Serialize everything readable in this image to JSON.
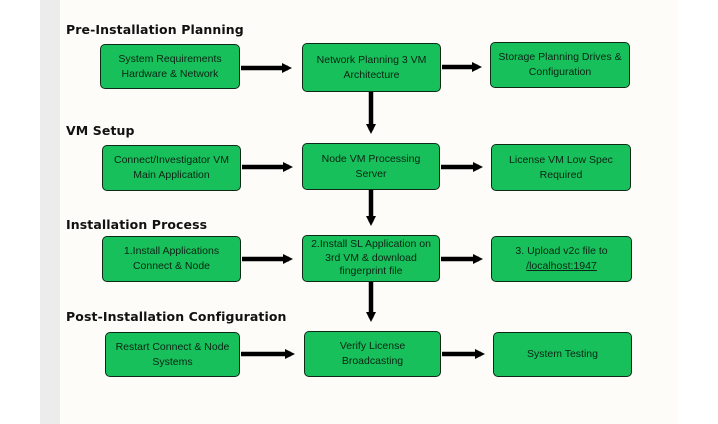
{
  "sections": [
    {
      "title": "Pre-Installation Planning"
    },
    {
      "title": "VM Setup"
    },
    {
      "title": "Installation Process"
    },
    {
      "title": "Post-Installation Configuration"
    }
  ],
  "nodes": {
    "sys_req": {
      "line1": "System Requirements",
      "line2": "Hardware & Network"
    },
    "net_plan": {
      "line1": "Network Planning 3 VM",
      "line2": "Architecture"
    },
    "storage": {
      "line1": "Storage Planning Drives &",
      "line2": "Configuration"
    },
    "connect_vm": {
      "line1": "Connect/Investigator VM",
      "line2": "Main Application"
    },
    "node_vm": {
      "line1": "Node VM Processing",
      "line2": "Server"
    },
    "license_vm": {
      "line1": "License VM Low Spec",
      "line2": "Required"
    },
    "install_apps": {
      "line1": "1.Install Applications",
      "line2": "Connect & Node"
    },
    "install_sl": {
      "line1": "2.Install SL Application on",
      "line2": "3rd VM & download",
      "line3": "fingerprint file"
    },
    "upload_v2c": {
      "line1": "3. Upload v2c file to",
      "line2": "/localhost:1947"
    },
    "restart": {
      "line1": "Restart Connect & Node",
      "line2": "Systems"
    },
    "verify_license": {
      "line1": "Verify License",
      "line2": "Broadcasting"
    },
    "system_testing": {
      "line1": "System Testing"
    }
  },
  "colors": {
    "node_fill": "#17c05a",
    "node_border": "#0d2a17",
    "arrow": "#000000",
    "background": "#fdfcf8"
  }
}
